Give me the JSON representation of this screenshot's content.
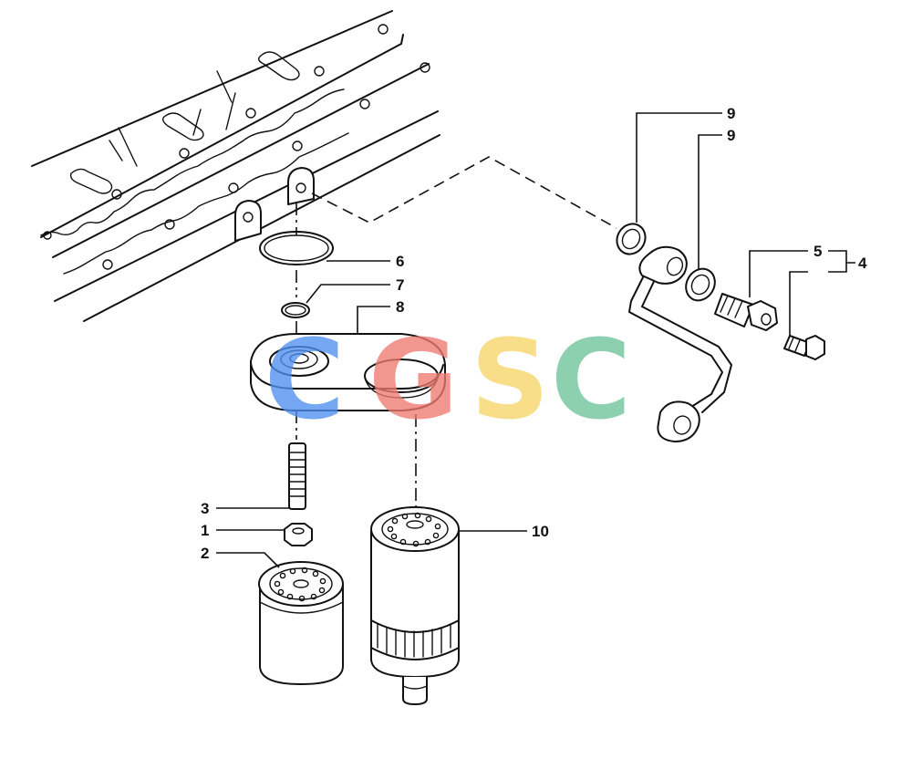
{
  "callouts": {
    "c1": "1",
    "c2": "2",
    "c3": "3",
    "c4": "4",
    "c5": "5",
    "c6": "6",
    "c7": "7",
    "c8": "8",
    "c9a": "9",
    "c9b": "9",
    "c10": "10"
  },
  "watermark": {
    "letters": [
      "C",
      "G",
      "S",
      "C"
    ],
    "colors": [
      "#4f8ff0",
      "#ef7a72",
      "#f8d66a",
      "#6cc49a"
    ]
  }
}
